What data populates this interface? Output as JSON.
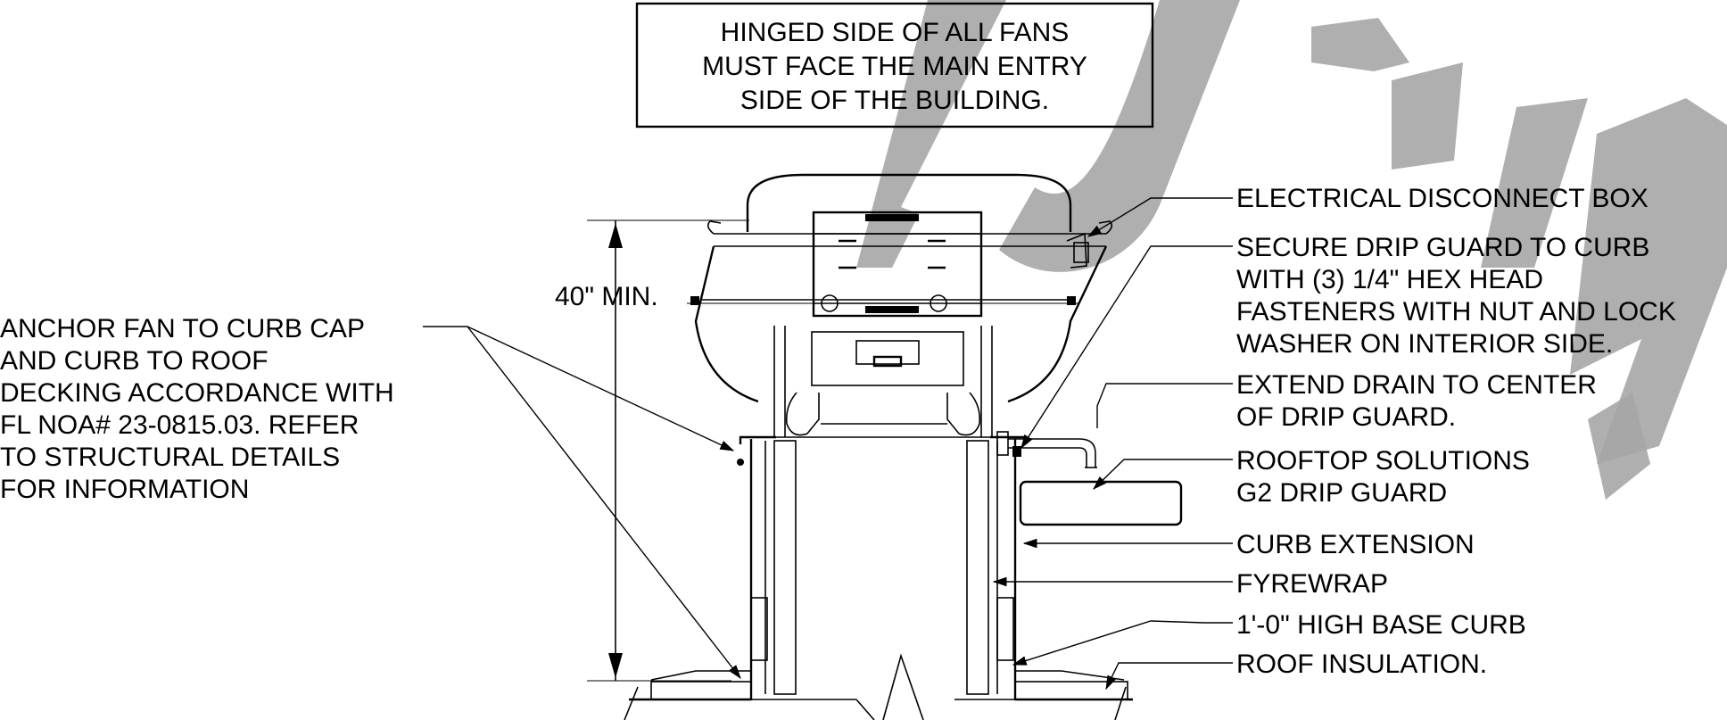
{
  "note_box": {
    "lines": [
      "HINGED SIDE OF ALL FANS",
      "MUST FACE THE MAIN ENTRY",
      "SIDE OF THE BUILDING."
    ]
  },
  "dimension": {
    "label": "40\" MIN."
  },
  "left_note": {
    "lines": [
      "ANCHOR FAN TO CURB CAP",
      "AND CURB TO ROOF",
      "DECKING ACCORDANCE WITH",
      "FL NOA# 23-0815.03. REFER",
      "TO STRUCTURAL DETAILS",
      "FOR INFORMATION"
    ]
  },
  "callouts": {
    "electrical_box": "ELECTRICAL  DISCONNECT BOX",
    "drip_guard_secure": [
      "SECURE DRIP GUARD TO CURB",
      "WITH (3) 1/4\" HEX HEAD",
      "FASTENERS WITH NUT AND LOCK",
      "WASHER ON INTERIOR SIDE."
    ],
    "extend_drain": [
      "EXTEND DRAIN TO CENTER",
      "OF DRIP GUARD."
    ],
    "rooftop_solutions": [
      "ROOFTOP SOLUTIONS",
      "G2 DRIP GUARD"
    ],
    "curb_extension": "CURB EXTENSION",
    "fyrewrap": "FYREWRAP",
    "base_curb": "1'-0\" HIGH BASE CURB",
    "roof_insulation": "ROOF INSULATION."
  },
  "colors": {
    "line": "#000000",
    "watermark": "#a6a6a6",
    "background": "#ffffff"
  }
}
